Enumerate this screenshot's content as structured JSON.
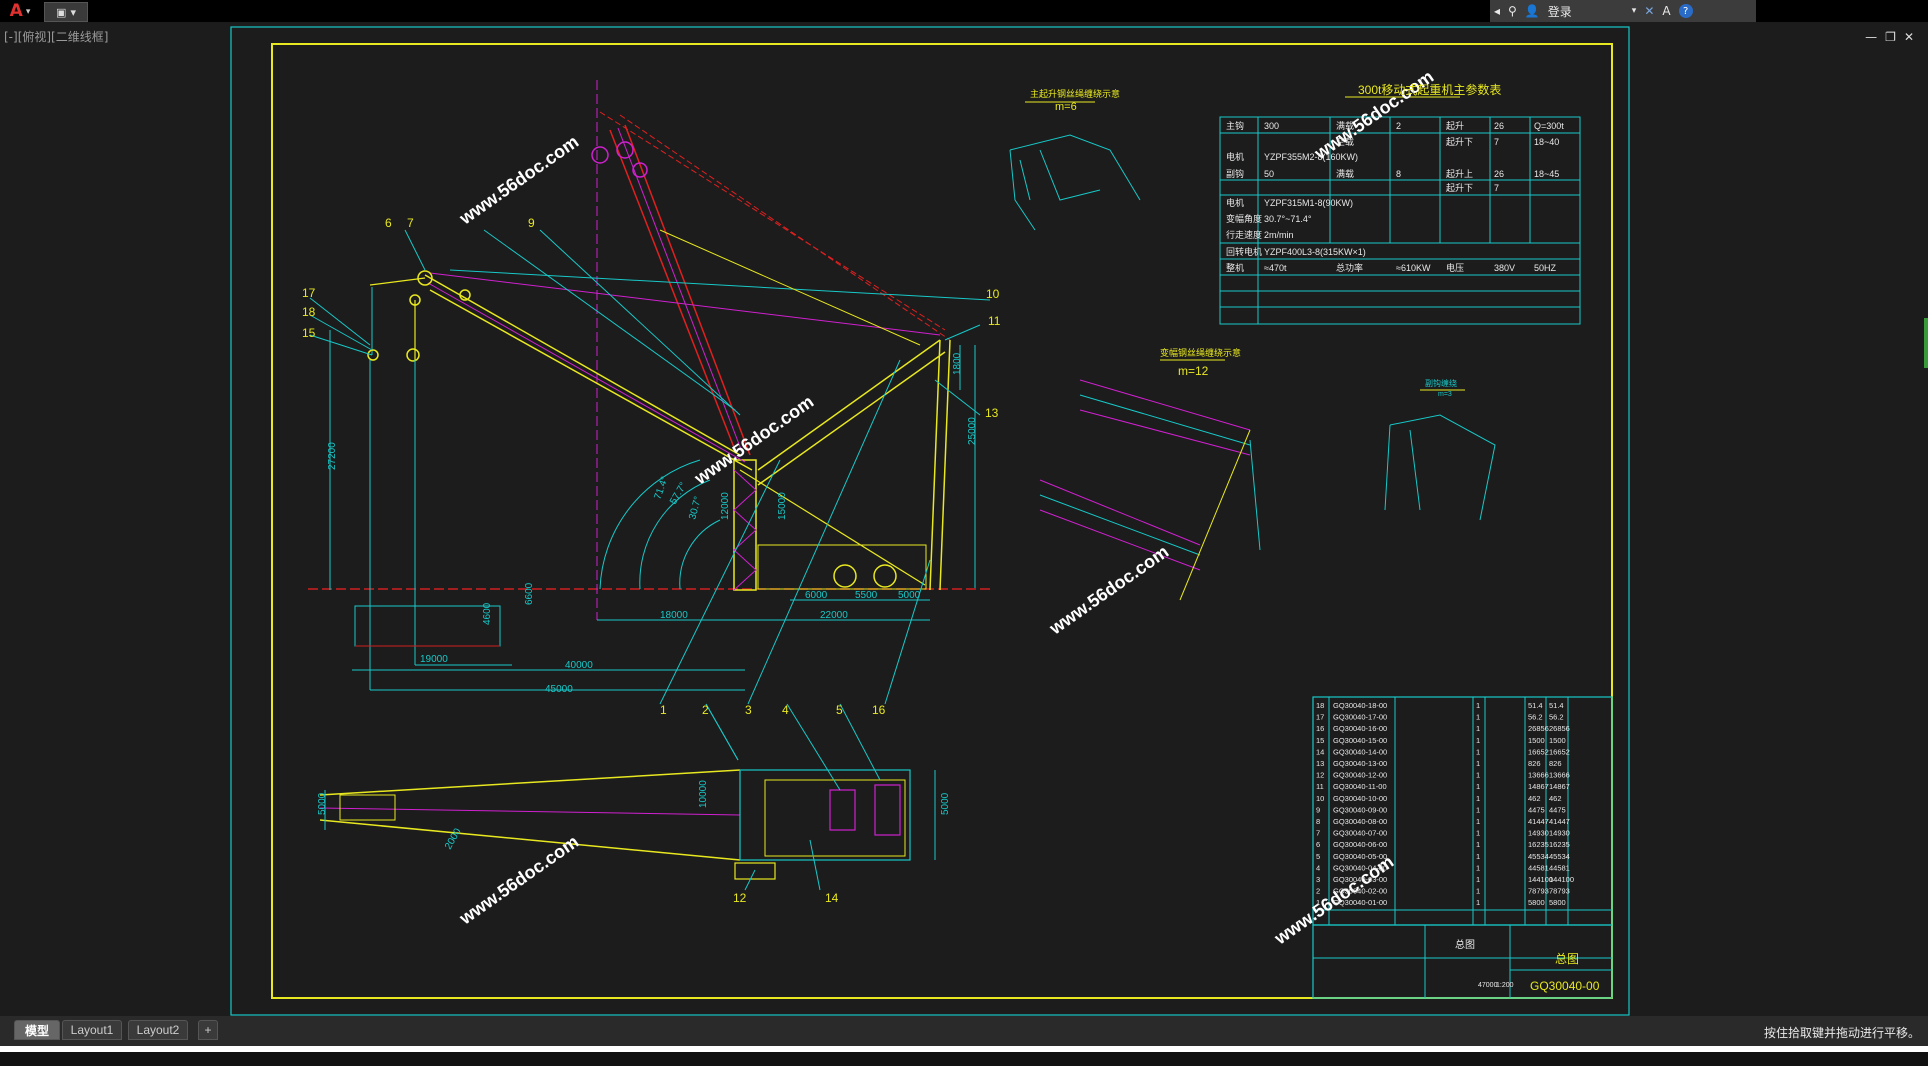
{
  "app": {
    "logo_letter": "A",
    "qat_label": "▾"
  },
  "infocenter": {
    "login": "登录",
    "arrow_left": "◂",
    "binoculars": "⚲",
    "user_icon": "👤",
    "x_icon": "✕",
    "a360": "A",
    "help": "?"
  },
  "viewport_label": "[-][俯视][二维线框]",
  "window_controls": {
    "min": "—",
    "restore": "❐",
    "close": "✕"
  },
  "tabs": [
    "模型",
    "Layout1",
    "Layout2",
    "+"
  ],
  "status_message": "按住拾取键并拖动进行平移。",
  "drawing": {
    "dim_labels": [
      "27200",
      "6600",
      "4600",
      "19000",
      "40000",
      "45000",
      "18000",
      "22000",
      "6000",
      "5500",
      "5000",
      "12000",
      "15000",
      "25000",
      "1800",
      "5000",
      "2000",
      "10000",
      "5000",
      "71.4°",
      "57.7°",
      "30.7°"
    ],
    "part_numbers": [
      "6",
      "7",
      "9",
      "10",
      "11",
      "13",
      "17",
      "18",
      "15",
      "1",
      "2",
      "3",
      "4",
      "5",
      "16",
      "12",
      "14"
    ],
    "watermark": "www.56doc.com",
    "table_title": "300t移动式起重机主参数表",
    "table": {
      "rows": [
        [
          "主钩",
          "300",
          "满载",
          "2",
          "起升",
          "26",
          "Q=300t"
        ],
        [
          "",
          "",
          "空载",
          "",
          "起升下",
          "7",
          "18~40"
        ],
        [
          "电机",
          "YZPF355M2-8(160KW)",
          "",
          "",
          "",
          "",
          ""
        ],
        [
          "副钩",
          "50",
          "满载",
          "8",
          "起升上",
          "26",
          "18~45"
        ],
        [
          "",
          "",
          "",
          "",
          "起升下",
          "7",
          ""
        ],
        [
          "电机",
          "YZPF315M1-8(90KW)",
          "",
          "",
          "",
          "",
          ""
        ],
        [
          "变幅角度",
          "30.7°~71.4°",
          "",
          "",
          "",
          "",
          ""
        ],
        [
          "行走速度",
          "2m/min",
          "",
          "",
          "",
          "",
          ""
        ],
        [
          "回转电机",
          "YZPF400L3-8(315KW×1)",
          "",
          "",
          "",
          "",
          ""
        ],
        [
          "整机",
          "≈470t",
          "总功率",
          "≈610KW",
          "电压",
          "380V",
          "50HZ"
        ]
      ]
    },
    "winding_a": {
      "title": "主起升钢丝绳缠绕示意",
      "m": "m=6"
    },
    "winding_b": {
      "title": "变幅钢丝绳缠绕示意",
      "m": "m=12"
    },
    "winding_c": {
      "title": "副钩缠绕",
      "m": "m=3"
    },
    "bom": [
      [
        "18",
        "GQ30040-18-00",
        "",
        "1",
        "",
        "51.4",
        "51.4"
      ],
      [
        "17",
        "GQ30040-17-00",
        "",
        "1",
        "",
        "56.2",
        "56.2"
      ],
      [
        "16",
        "GQ30040-16-00",
        "",
        "1",
        "",
        "26856",
        "26856"
      ],
      [
        "15",
        "GQ30040-15-00",
        "",
        "1",
        "",
        "1500",
        "1500"
      ],
      [
        "14",
        "GQ30040-14-00",
        "",
        "1",
        "",
        "16652",
        "16652"
      ],
      [
        "13",
        "GQ30040-13-00",
        "",
        "1",
        "",
        "826",
        "826"
      ],
      [
        "12",
        "GQ30040-12-00",
        "",
        "1",
        "",
        "13666",
        "13666"
      ],
      [
        "11",
        "GQ30040-11-00",
        "",
        "1",
        "",
        "14867",
        "14867"
      ],
      [
        "10",
        "GQ30040-10-00",
        "",
        "1",
        "",
        "462",
        "462"
      ],
      [
        "9",
        "GQ30040-09-00",
        "",
        "1",
        "",
        "4475",
        "4475"
      ],
      [
        "8",
        "GQ30040-08-00",
        "",
        "1",
        "",
        "41447",
        "41447"
      ],
      [
        "7",
        "GQ30040-07-00",
        "",
        "1",
        "",
        "14930",
        "14930"
      ],
      [
        "6",
        "GQ30040-06-00",
        "",
        "1",
        "",
        "16235",
        "16235"
      ],
      [
        "5",
        "GQ30040-05-00",
        "",
        "1",
        "",
        "45534",
        "45534"
      ],
      [
        "4",
        "GQ30040-04-00",
        "",
        "1",
        "",
        "44581",
        "44581"
      ],
      [
        "3",
        "GQ30040-03-00",
        "",
        "1",
        "",
        "144100",
        "144100"
      ],
      [
        "2",
        "GQ30040-02-00",
        "",
        "1",
        "",
        "78793",
        "78793"
      ],
      [
        "1",
        "GQ30040-01-00",
        "",
        "1",
        "",
        "5800",
        "5800"
      ]
    ],
    "title_block": {
      "name": "总图",
      "drawing_no": "GQ30040-00",
      "scale": "1:200",
      "weight": "47000"
    }
  }
}
